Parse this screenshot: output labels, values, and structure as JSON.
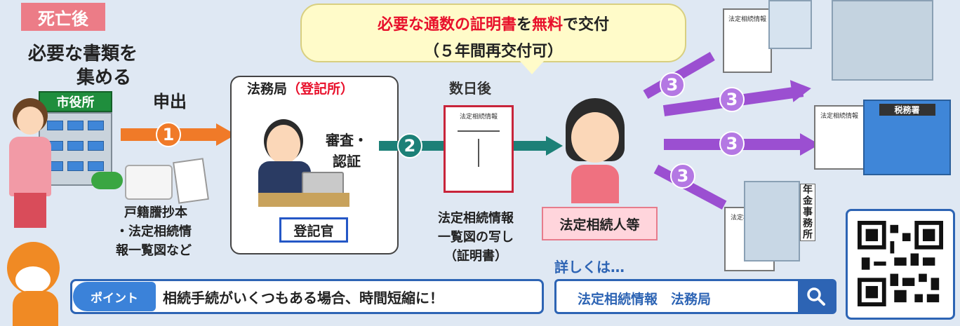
{
  "phase_label": "死亡後",
  "collect": {
    "line1": "必要な書類を",
    "line2": "集める"
  },
  "city_hall_sign": "市役所",
  "steps": {
    "apply": "申出",
    "step1": "1",
    "step2": "2",
    "step3": "3"
  },
  "documents": {
    "line1": "戸籍謄抄本",
    "line2": "・法定相続情",
    "line3": "報一覧図など"
  },
  "bureau": {
    "title": "法務局",
    "title_paren": "（登記所）",
    "review_line1": "審査・",
    "review_line2": "認証",
    "officer_label": "登記官"
  },
  "callout": {
    "part1": "必要な通数の証明書",
    "part2": "を",
    "part3": "無料",
    "part4": "で交付",
    "line2": "（５年間再交付可）"
  },
  "days_later": "数日後",
  "certificate": {
    "header": "法定相続情報",
    "caption_line1": "法定相続情報",
    "caption_line2": "一覧図の写し",
    "caption_line3": "（証明書）"
  },
  "heir_label": "法定相続人等",
  "tax_office_sign": "税務署",
  "pension_office_sign": "年金事務所",
  "more_info": "詳しくは…",
  "search": {
    "query": "法定相続情報　法務局"
  },
  "point": {
    "badge": "ポイント",
    "text": "相続手続がいくつもある場合、時間短縮に！"
  },
  "colors": {
    "step1": "#f07a28",
    "step2": "#1c8077",
    "step3": "#9b4fd1",
    "red": "#e8102b",
    "callout_bg": "#fffbc9"
  }
}
